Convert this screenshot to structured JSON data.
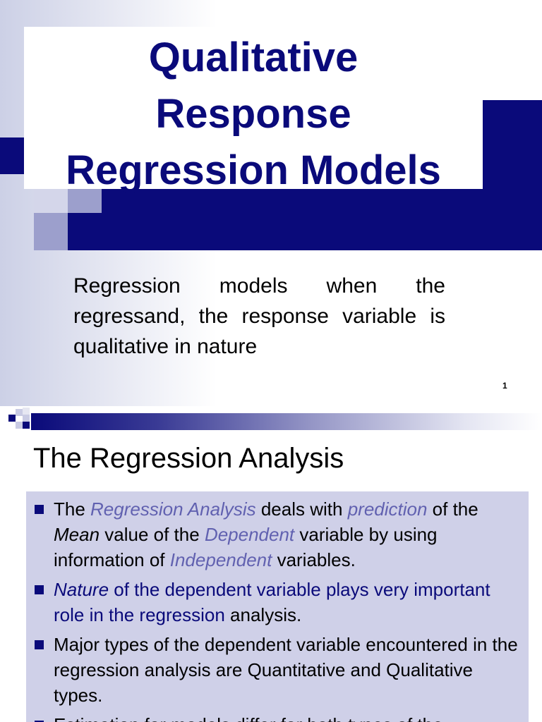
{
  "slide1": {
    "title_line1": "Qualitative",
    "title_line2": "Response",
    "title_line3": "Regression Models",
    "subtitle": "Regression models when the regressand, the response variable is qualitative in nature",
    "slide_number": "1"
  },
  "slide2": {
    "title": "The Regression Analysis",
    "bullet1": {
      "p1": "The ",
      "p2": "Regression Analysis",
      "p3": " deals with ",
      "p4": "prediction",
      "p5": " of the ",
      "p6": "Mean",
      "p7": " value of the ",
      "p8": "Dependent",
      "p9": " variable by using information of ",
      "p10": "Independent",
      "p11": " variables."
    },
    "bullet2": {
      "p1": " ",
      "p2": "Nature",
      "p3": " of the dependent variable plays very important role in the regression",
      "p4": " analysis."
    },
    "bullet3": "Major types of the dependent variable encountered in the regression analysis are Quantitative and Qualitative types.",
    "bullet4_partial": "Estimation for models differ for both types of the"
  },
  "colors": {
    "navy": "#0a0a7a",
    "highlight_italic": "#6161b0",
    "content_box": "#cfd0e8"
  }
}
